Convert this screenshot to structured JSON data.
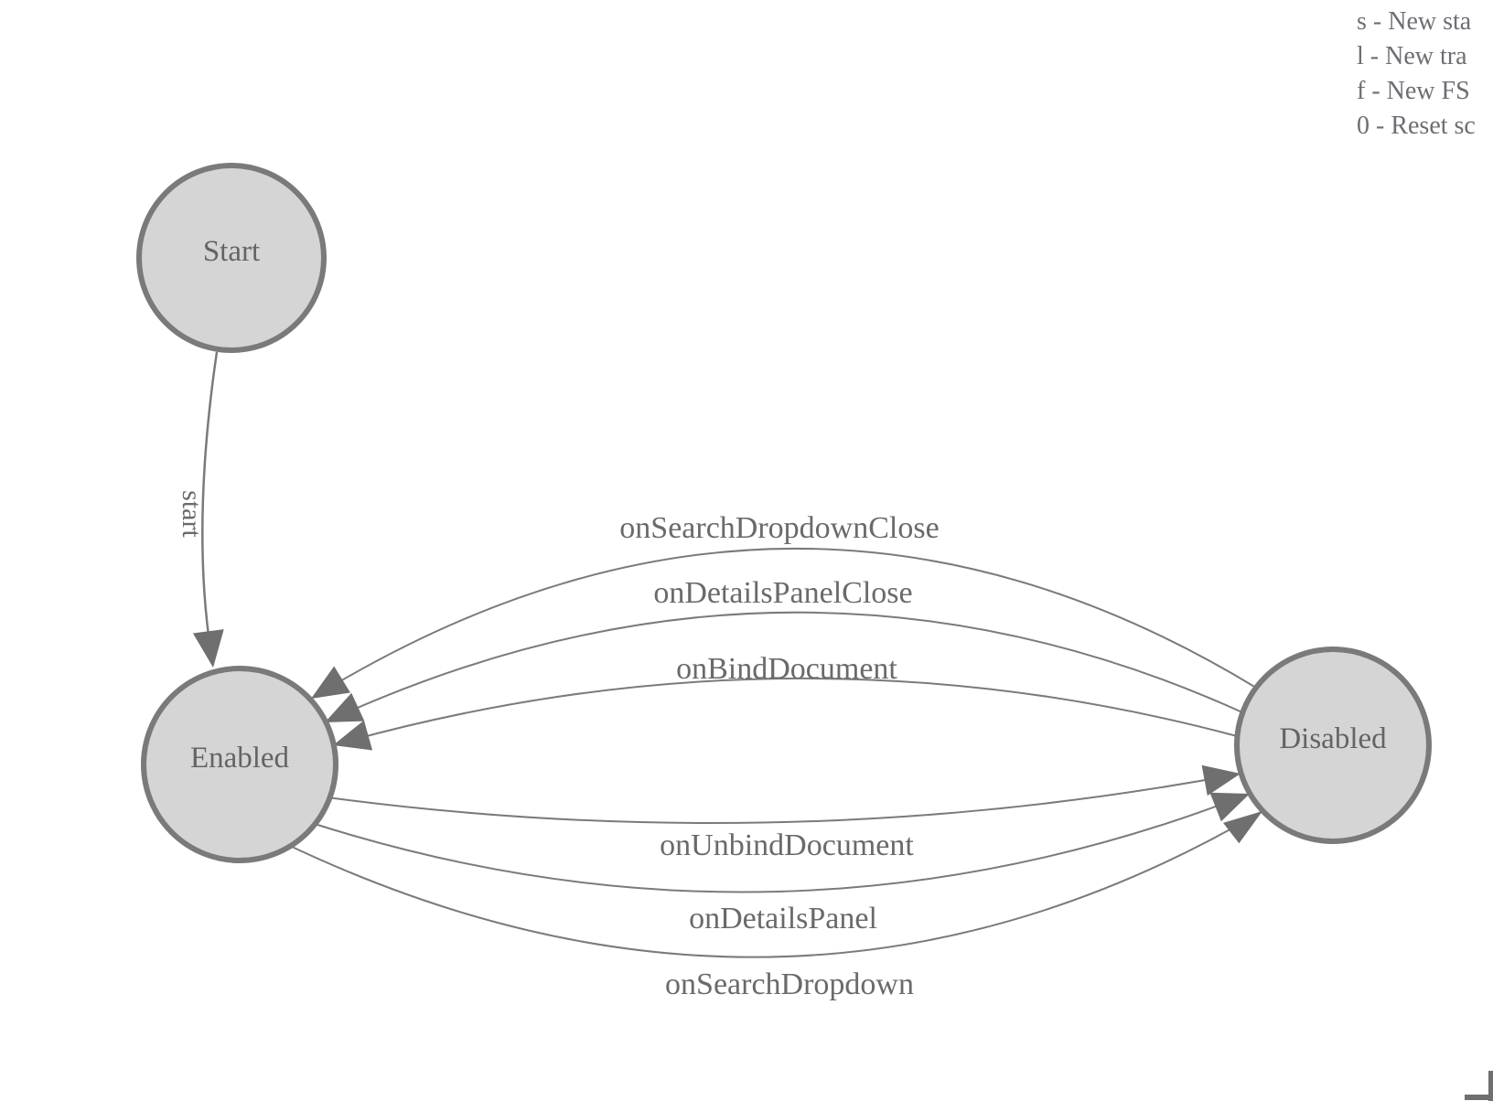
{
  "legend": {
    "lines": [
      "s - New sta",
      "l - New tra",
      "f - New FS",
      "0 - Reset sc"
    ]
  },
  "states": [
    {
      "id": "start",
      "label": "Start"
    },
    {
      "id": "enabled",
      "label": "Enabled"
    },
    {
      "id": "disabled",
      "label": "Disabled"
    }
  ],
  "transitions": [
    {
      "label": "start",
      "from": "Start",
      "to": "Enabled"
    },
    {
      "label": "onSearchDropdownClose",
      "from": "Disabled",
      "to": "Enabled"
    },
    {
      "label": "onDetailsPanelClose",
      "from": "Disabled",
      "to": "Enabled"
    },
    {
      "label": "onBindDocument",
      "from": "Disabled",
      "to": "Enabled"
    },
    {
      "label": "onUnbindDocument",
      "from": "Enabled",
      "to": "Disabled"
    },
    {
      "label": "onDetailsPanel",
      "from": "Enabled",
      "to": "Disabled"
    },
    {
      "label": "onSearchDropdown",
      "from": "Enabled",
      "to": "Disabled"
    }
  ],
  "colors": {
    "node_fill": "#d5d5d5",
    "node_stroke": "#7a7a7a",
    "edge_stroke": "#7a7a7a",
    "arrowhead": "#6f6f6f",
    "label_text": "#6a6a6a",
    "legend_text": "#6b6e73"
  }
}
